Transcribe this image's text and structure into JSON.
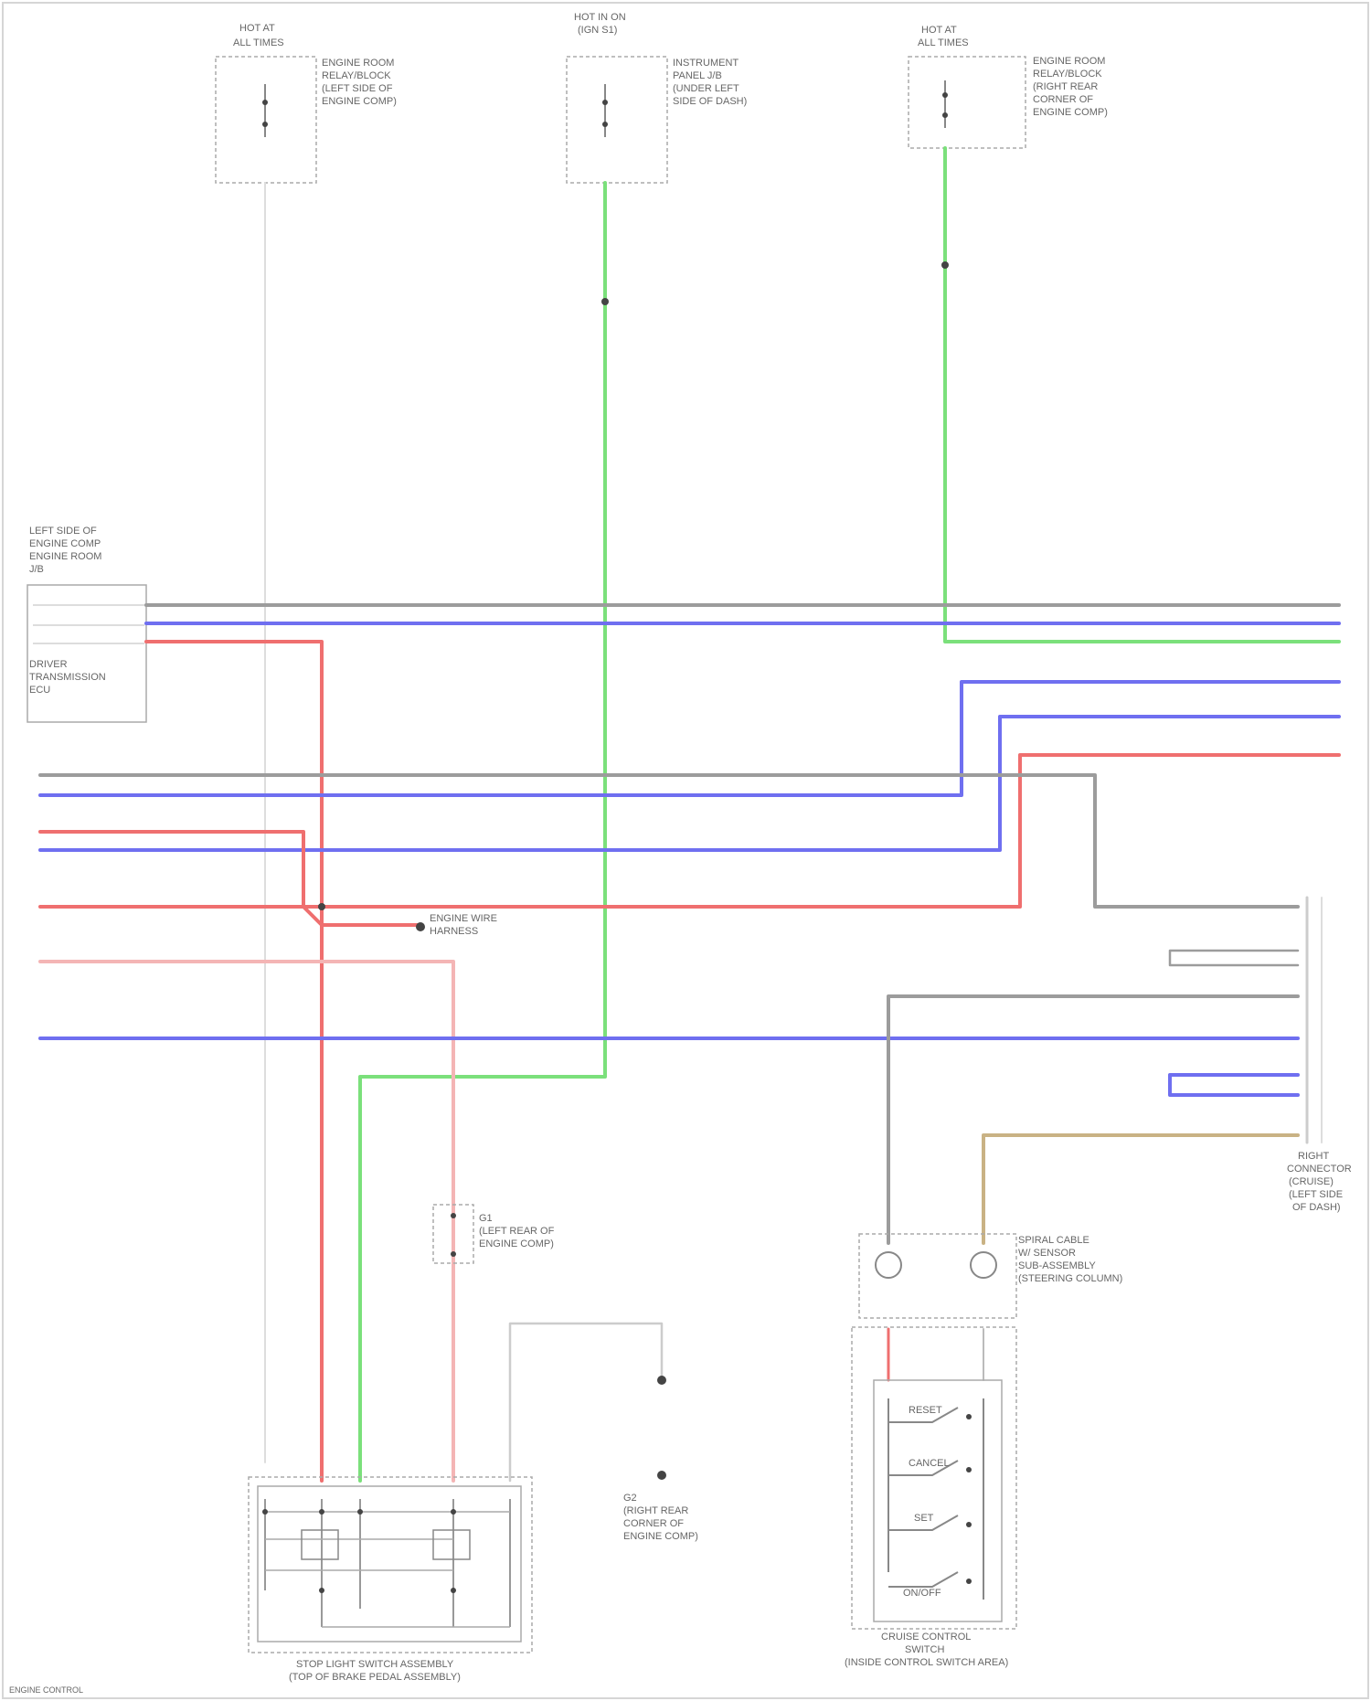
{
  "labels": {
    "fuse_top_left": [
      "HOT AT",
      "ALL TIMES"
    ],
    "comp_top_left": [
      "ENGINE ROOM",
      "RELAY/BLOCK",
      "(LEFT SIDE OF",
      "ENGINE COMP)"
    ],
    "fuse_top_mid": [
      "HOT IN ON",
      "(IGN S1)"
    ],
    "comp_top_mid": [
      "INSTRUMENT",
      "PANEL J/B",
      "(UNDER LEFT",
      "SIDE OF DASH)"
    ],
    "fuse_top_right": [
      "HOT AT",
      "ALL TIMES"
    ],
    "comp_top_right": [
      "ENGINE ROOM",
      "RELAY/BLOCK",
      "(RIGHT REAR",
      "CORNER OF",
      "ENGINE COMP)"
    ],
    "comp_left": [
      "LEFT SIDE OF",
      "ENGINE COMP",
      "ENGINE ROOM",
      "J/B"
    ],
    "comp_left_lower": [
      "DRIVER",
      "TRANSMISSION",
      "ECU"
    ],
    "splice_mid": [
      "ENGINE WIRE",
      "HARNESS"
    ],
    "ground_mid": [
      "G1",
      "(LEFT REAR OF",
      "ENGINE COMP)"
    ],
    "ground_bottom": [
      "G2",
      "(RIGHT REAR",
      "CORNER OF",
      "ENGINE COMP)"
    ],
    "comp_right_connector": [
      "RIGHT",
      "CONNECTOR",
      "(CRUISE)",
      "(LEFT SIDE",
      "OF DASH)"
    ],
    "comp_right_spiral": [
      "SPIRAL CABLE",
      "W/ SENSOR",
      "SUB-ASSEMBLY",
      "(STEERING COLUMN)"
    ],
    "comp_bottom_left": [
      "STOP LIGHT SWITCH ASSEMBLY",
      "(TOP OF BRAKE PEDAL ASSEMBLY)"
    ],
    "comp_bottom_right": [
      "CRUISE CONTROL",
      "SWITCH",
      "(INSIDE CONTROL SWITCH AREA)"
    ],
    "switch_positions": [
      "RESET",
      "CANCEL",
      "SET",
      "ON/OFF"
    ],
    "footer_code": "ENGINE CONTROL"
  },
  "wire_colors": {
    "gray": "#9c9c9c",
    "blue": "#6f6ff0",
    "green": "#7be07b",
    "red": "#ef6f6f",
    "pink": "#f4b5b5",
    "tan": "#c9b284",
    "light_gray": "#cccccc"
  }
}
